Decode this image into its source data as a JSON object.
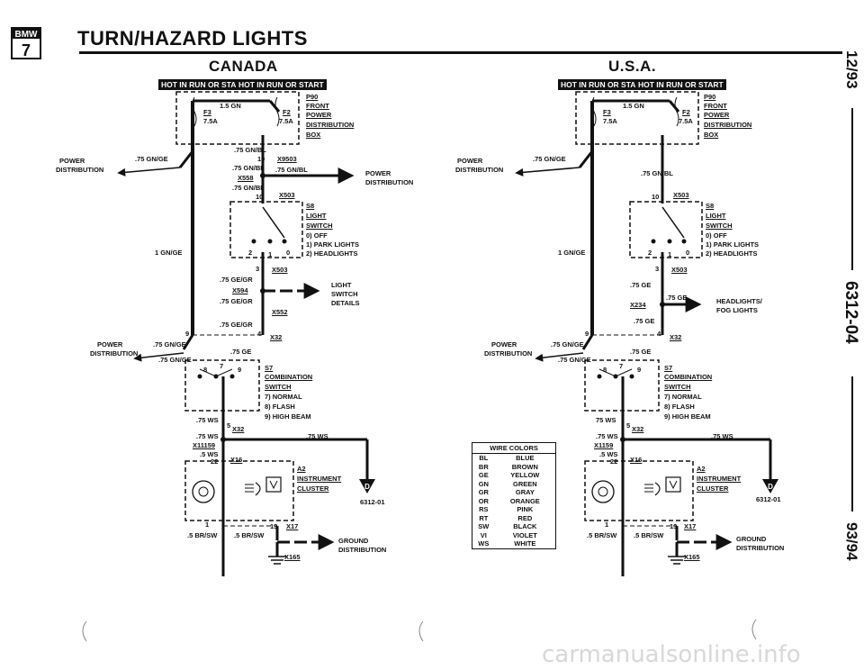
{
  "header": {
    "title": "TURN/HAZARD LIGHTS",
    "logo_text": "BMW",
    "logo_number": "7"
  },
  "side": {
    "date": "12/93",
    "code": "6312-04",
    "years": "93/94"
  },
  "watermark": "carmanualsonline.info",
  "canada": {
    "title": "CANADA",
    "badge": "HOT IN RUN OR START",
    "f3": "F3",
    "f3_amp": "7.5A",
    "f2": "F2",
    "f2_amp": "7.5A",
    "wire_top": "1.5 GN",
    "p90": [
      "P90",
      "FRONT",
      "POWER",
      "DISTRIBUTION",
      "BOX"
    ],
    "power_dist_left": [
      "POWER",
      "DISTRIBUTION"
    ],
    "wire_gnge": ".75 GN/GE",
    "gnbl_1": ".75 GN/BL",
    "pin10": "10",
    "x9503": "X9503",
    "gnbl_2": ".75 GN/BL",
    "x558": "X558",
    "gnbl_3": ".75 GN/BL",
    "power_dist_right": [
      "POWER",
      "DISTRIBUTION"
    ],
    "gnbl_4": ".75 GN/BL",
    "x503_10": "X503",
    "s8": [
      "S8",
      "LIGHT",
      "SWITCH",
      "0) OFF",
      "1) PARK LIGHTS",
      "2) HEADLIGHTS"
    ],
    "gnge_1": "1 GN/GE",
    "pin2": "2",
    "pin1": "1",
    "pin0": "0",
    "x503_3": "X503",
    "pin3": "3",
    "gegr_1": ".75 GE/GR",
    "x594": "X594",
    "gegr_2": ".75 GE/GR",
    "light_switch": [
      "LIGHT",
      "SWITCH",
      "DETAILS"
    ],
    "x552": "X552",
    "gegr_3": ".75 GE/GR",
    "x32": "X32",
    "pin4": "4",
    "pin9": "9",
    "power_dist_mid": [
      "POWER",
      "DISTRIBUTION"
    ],
    "gnge_2": ".75 GN/GE",
    "gnge_3": ".75 GN/GE",
    "ge": ".75 GE",
    "pins_789": [
      "8",
      "7",
      "9"
    ],
    "s7": [
      "S7",
      "COMBINATION",
      "SWITCH",
      "7) NORMAL",
      "8) FLASH",
      "9) HIGH BEAM"
    ],
    "ws_1": ".75 WS",
    "pin5": "5",
    "x32_b": "X32",
    "ws_2": ".75 WS",
    "x1159": "X11159",
    "ws_3": ".5 WS",
    "pin22": "22",
    "x16": "X16",
    "ws_right": ".75 WS",
    "a2": [
      "A2",
      "INSTRUMENT",
      "CLUSTER"
    ],
    "ref": "6312-01",
    "pin1b": "1",
    "pin13": "13",
    "x17": "X17",
    "brsw_1": ".5 BR/SW",
    "brsw_2": ".5 BR/SW",
    "ground_dist": [
      "GROUND",
      "DISTRIBUTION"
    ],
    "x165": "X165",
    "d": "D"
  },
  "usa": {
    "title": "U.S.A.",
    "badge": "HOT IN RUN OR START",
    "f3": "F3",
    "f3_amp": "7.5A",
    "f2": "F2",
    "f2_amp": "7.5A",
    "wire_top": "1.5 GN",
    "p90": [
      "P90",
      "FRONT",
      "POWER",
      "DISTRIBUTION",
      "BOX"
    ],
    "power_dist_left": [
      "POWER",
      "DISTRIBUTION"
    ],
    "wire_gnge": ".75 GN/GE",
    "gnbl_1": ".75 GN/BL",
    "pin10": "10",
    "x503_10": "X503",
    "s8": [
      "S8",
      "LIGHT",
      "SWITCH",
      "0) OFF",
      "1) PARK LIGHTS",
      "2) HEADLIGHTS"
    ],
    "gnge_1": "1 GN/GE",
    "pin2": "2",
    "pin1": "1",
    "pin0": "0",
    "x503_3": "X503",
    "pin3": "3",
    "ge_1": ".75 GE",
    "x234": "X234",
    "ge_2": ".75 GE",
    "headlights": [
      "HEADLIGHTS/",
      "FOG LIGHTS"
    ],
    "ge_3": ".75 GE",
    "x32": "X32",
    "pin4": "4",
    "pin9": "9",
    "power_dist_mid": [
      "POWER",
      "DISTRIBUTION"
    ],
    "gnge_2": ".75 GN/GE",
    "gnge_3": ".75 GN/GE",
    "ge_4": ".75 GE",
    "pins_789": [
      "8",
      "7",
      "9"
    ],
    "s7": [
      "S7",
      "COMBINATION",
      "SWITCH",
      "7) NORMAL",
      "8) FLASH",
      "9) HIGH BEAM"
    ],
    "ws_1": "75 WS",
    "pin5": "5",
    "x32_b": "X32",
    "ws_2": ".75 WS",
    "x1159": "X1159",
    "ws_3": ".5 WS",
    "pin22": "22",
    "x16": "X16",
    "ws_right": ".75 WS",
    "a2": [
      "A2",
      "INSTRUMENT",
      "CLUSTER"
    ],
    "ref": "6312-01",
    "pin1b": "1",
    "pin13": "13",
    "x17": "X17",
    "brsw_1": ".5 BR/SW",
    "brsw_2": ".5 BR/SW",
    "ground_dist": [
      "GROUND",
      "DISTRIBUTION"
    ],
    "x165": "X165",
    "d": "D"
  },
  "wire_colors": {
    "title": "WIRE COLORS",
    "rows": [
      [
        "BL",
        "BLUE"
      ],
      [
        "BR",
        "BROWN"
      ],
      [
        "GE",
        "YELLOW"
      ],
      [
        "GN",
        "GREEN"
      ],
      [
        "GR",
        "GRAY"
      ],
      [
        "OR",
        "ORANGE"
      ],
      [
        "RS",
        "PINK"
      ],
      [
        "RT",
        "RED"
      ],
      [
        "SW",
        "BLACK"
      ],
      [
        "VI",
        "VIOLET"
      ],
      [
        "WS",
        "WHITE"
      ]
    ]
  }
}
